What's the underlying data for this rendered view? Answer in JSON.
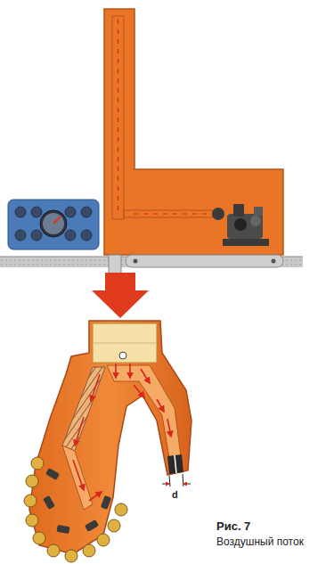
{
  "diagram": {
    "title": "Рис. 7",
    "caption": "Воздушный поток",
    "labels": [
      "d"
    ]
  }
}
